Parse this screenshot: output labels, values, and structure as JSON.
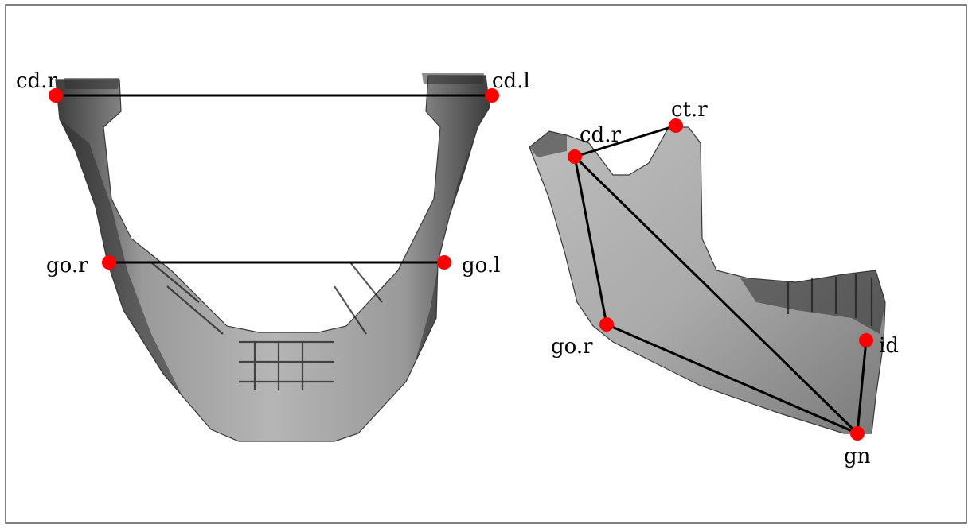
{
  "frontal_view": {
    "landmarks": [
      {
        "key": "cd_r",
        "label": "cd.r"
      },
      {
        "key": "cd_l",
        "label": "cd.l"
      },
      {
        "key": "go_r",
        "label": "go.r"
      },
      {
        "key": "go_l",
        "label": "go.l"
      }
    ],
    "connections": [
      [
        "cd_r",
        "cd_l"
      ],
      [
        "go_r",
        "go_l"
      ]
    ]
  },
  "lateral_view": {
    "landmarks": [
      {
        "key": "cd_r",
        "label": "cd.r"
      },
      {
        "key": "ct_r",
        "label": "ct.r"
      },
      {
        "key": "go_r",
        "label": "go.r"
      },
      {
        "key": "id",
        "label": "id"
      },
      {
        "key": "gn",
        "label": "gn"
      }
    ],
    "connections": [
      [
        "cd_r",
        "ct_r"
      ],
      [
        "cd_r",
        "go_r"
      ],
      [
        "cd_r",
        "gn"
      ],
      [
        "go_r",
        "gn"
      ],
      [
        "id",
        "gn"
      ]
    ]
  },
  "colors": {
    "landmark": "#ff0000",
    "line": "#000000",
    "bone": "#8a8a8a"
  }
}
